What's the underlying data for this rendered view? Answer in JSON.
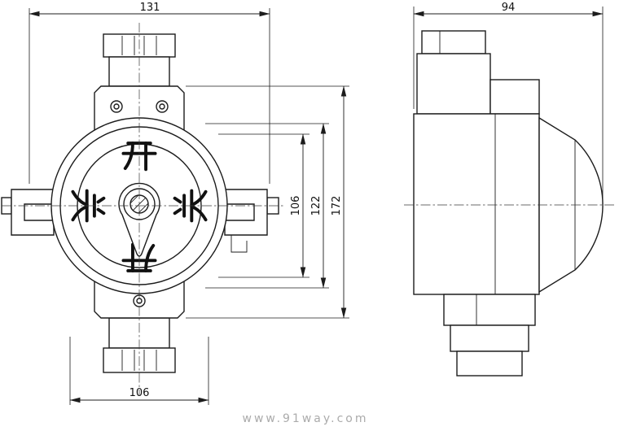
{
  "drawing": {
    "watermark": "www.91way.com",
    "dial": {
      "top": "开",
      "left": "关",
      "right": "关",
      "bottom": "开"
    },
    "dimensions": {
      "front_overall_width": "131",
      "front_bottom_width": "106",
      "front_inner_height": "106",
      "front_mid_height": "122",
      "front_overall_height": "172",
      "side_depth": "94"
    },
    "colors": {
      "line": "#1c1c1c",
      "watermark": "#ababab",
      "background": "#ffffff"
    }
  }
}
